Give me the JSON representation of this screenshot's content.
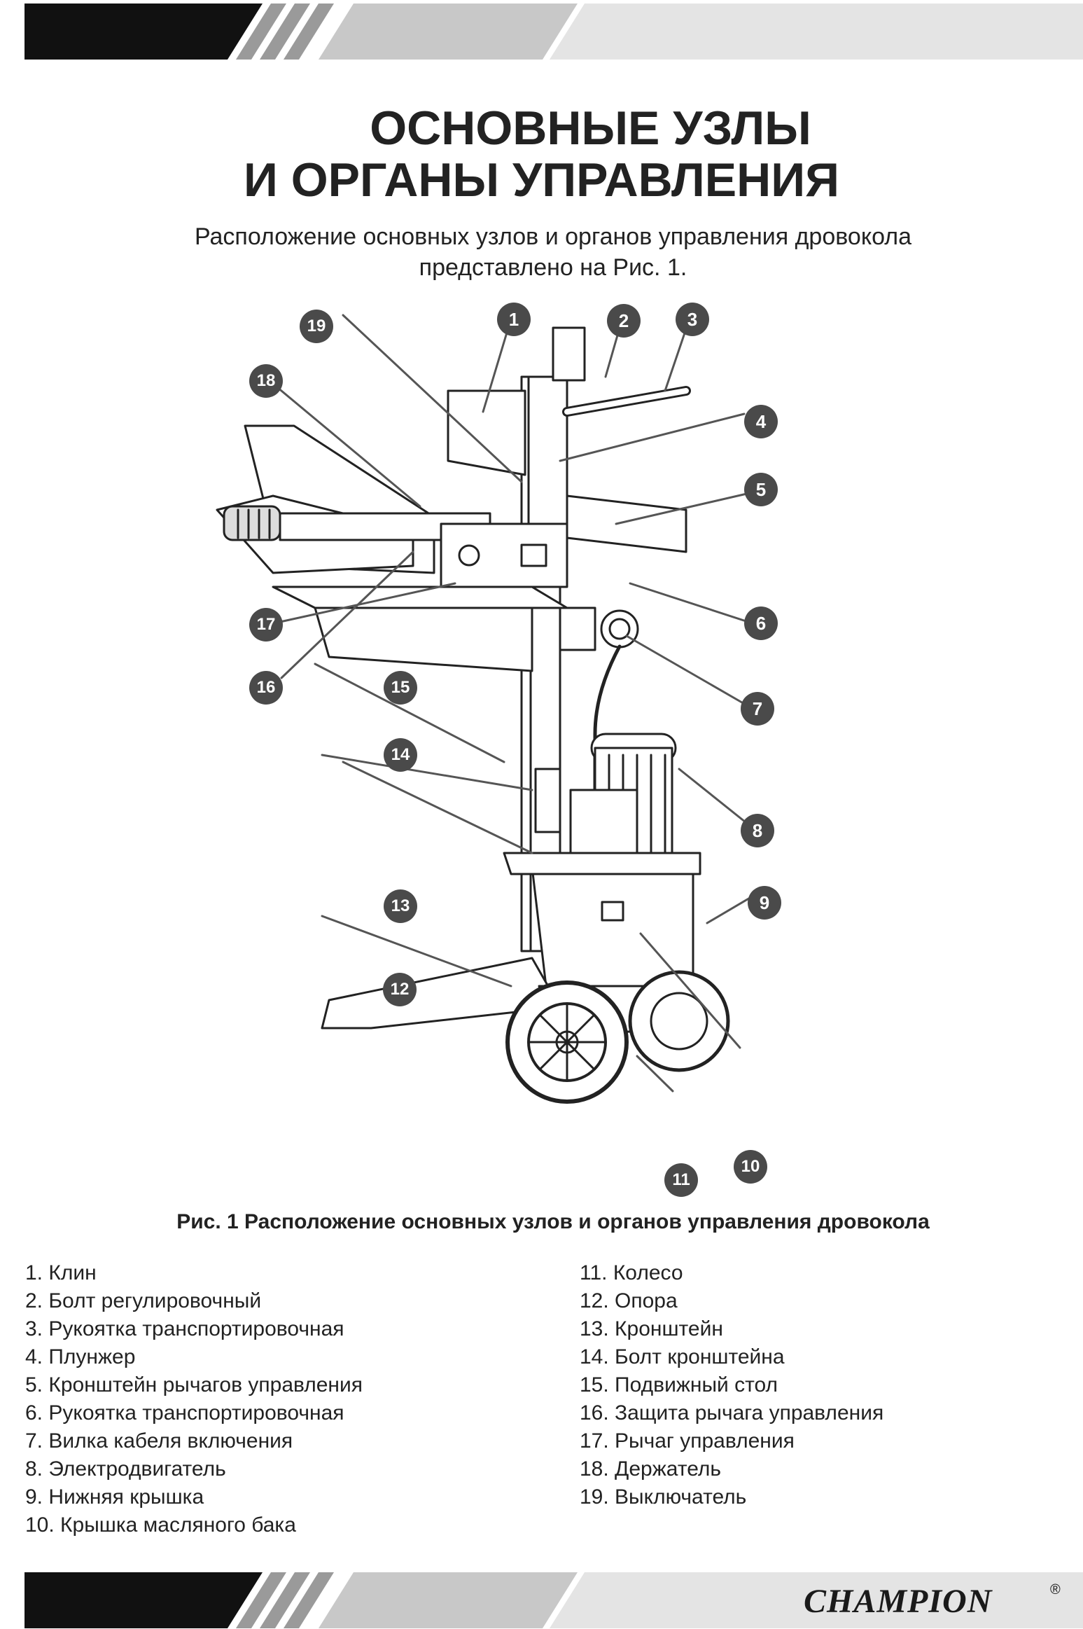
{
  "header": {
    "title_line1": "ОСНОВНЫЕ УЗЛЫ",
    "title_line2": "И ОРГАНЫ УПРАВЛЕНИЯ"
  },
  "intro": {
    "line1": "Расположение основных узлов и органов управления дровокола",
    "line2": "представлено на Рис. 1."
  },
  "figure": {
    "callouts": [
      "1",
      "2",
      "3",
      "4",
      "5",
      "6",
      "7",
      "8",
      "9",
      "10",
      "11",
      "12",
      "13",
      "14",
      "15",
      "16",
      "17",
      "18",
      "19"
    ],
    "caption": "Рис. 1 Расположение основных узлов и органов управления дровокола"
  },
  "legend": {
    "left": [
      "1. Клин",
      "2. Болт регулировочный",
      "3. Рукоятка транспортировочная",
      "4. Плунжер",
      "5. Кронштейн рычагов управления",
      "6. Рукоятка транспортировочная",
      "7. Вилка кабеля включения",
      "8. Электродвигатель",
      "9. Нижняя крышка",
      "10. Крышка масляного бака"
    ],
    "right": [
      "11. Колесо",
      "12. Опора",
      "13. Кронштейн",
      "14. Болт кронштейна",
      "15. Подвижный стол",
      "16. Защита рычага управления",
      "17. Рычаг управления",
      "18. Держатель",
      "19. Выключатель"
    ]
  },
  "footer": {
    "brand": "CHAMPION",
    "brand_mark": "®"
  },
  "colors": {
    "band_dark": "#111111",
    "band_light": "#c8c8c8",
    "callout": "#4a4a4a"
  }
}
